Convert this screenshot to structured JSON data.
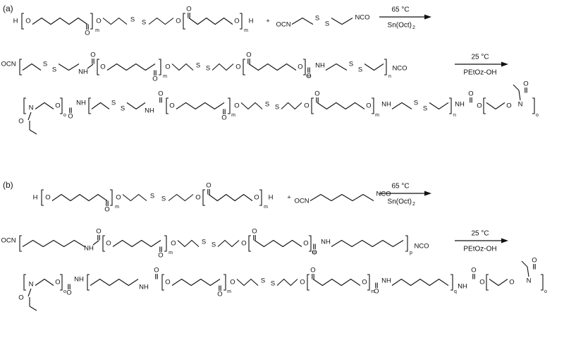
{
  "panels": [
    {
      "label": "(a)",
      "reactant_diol": {
        "end_h_left": "H",
        "end_h_right": "H",
        "atoms": [
          "O",
          "O",
          "O",
          "S",
          "S",
          "O",
          "O",
          "O",
          "O"
        ],
        "subscripts": [
          "m",
          "m"
        ]
      },
      "plus": "+",
      "diisocyanate": {
        "left": "OCN",
        "right": "NCO",
        "atoms": [
          "S",
          "S"
        ]
      },
      "step1": {
        "temperature": "65 °C",
        "catalyst": "Sn(Oct)",
        "catalyst_sub": "2"
      },
      "prepolymer": {
        "left": "OCN",
        "right": "NCO",
        "atoms": [
          "S",
          "S",
          "NH",
          "O",
          "O",
          "O",
          "O",
          "S",
          "S",
          "O",
          "O",
          "O",
          "NH",
          "S",
          "S",
          "O"
        ],
        "subscripts": [
          "m",
          "m",
          "n"
        ]
      },
      "step2": {
        "temperature": "25 °C",
        "reagent": "PEtOz-OH"
      },
      "product": {
        "atoms": [
          "N",
          "O",
          "O",
          "NH",
          "O",
          "S",
          "S",
          "NH",
          "O",
          "O",
          "O",
          "O",
          "S",
          "S",
          "O",
          "O",
          "O",
          "NH",
          "S",
          "S",
          "NH",
          "O",
          "O",
          "O",
          "N",
          "O"
        ],
        "subscripts": [
          "o",
          "m",
          "m",
          "n",
          "o"
        ]
      }
    },
    {
      "label": "(b)",
      "reactant_diol": {
        "end_h_left": "H",
        "end_h_right": "H",
        "atoms": [
          "O",
          "O",
          "O",
          "S",
          "S",
          "O",
          "O",
          "O",
          "O"
        ],
        "subscripts": [
          "m",
          "m"
        ]
      },
      "plus": "+",
      "diisocyanate": {
        "left": "OCN",
        "right": "NCO"
      },
      "step1": {
        "temperature": "65 °C",
        "catalyst": "Sn(Oct)",
        "catalyst_sub": "2"
      },
      "prepolymer": {
        "left": "OCN",
        "right": "NCO",
        "atoms": [
          "NH",
          "O",
          "O",
          "O",
          "O",
          "S",
          "S",
          "O",
          "O",
          "O",
          "NH",
          "O"
        ],
        "subscripts": [
          "m",
          "m",
          "p"
        ]
      },
      "step2": {
        "temperature": "25 °C",
        "reagent": "PEtOz-OH"
      },
      "product": {
        "atoms": [
          "N",
          "O",
          "O",
          "O",
          "NH",
          "NH",
          "O",
          "O",
          "O",
          "O",
          "S",
          "S",
          "O",
          "O",
          "O",
          "O",
          "NH",
          "O",
          "NH",
          "O",
          "O",
          "N",
          "O"
        ],
        "subscripts": [
          "o",
          "m",
          "m",
          "q",
          "o"
        ]
      }
    }
  ]
}
